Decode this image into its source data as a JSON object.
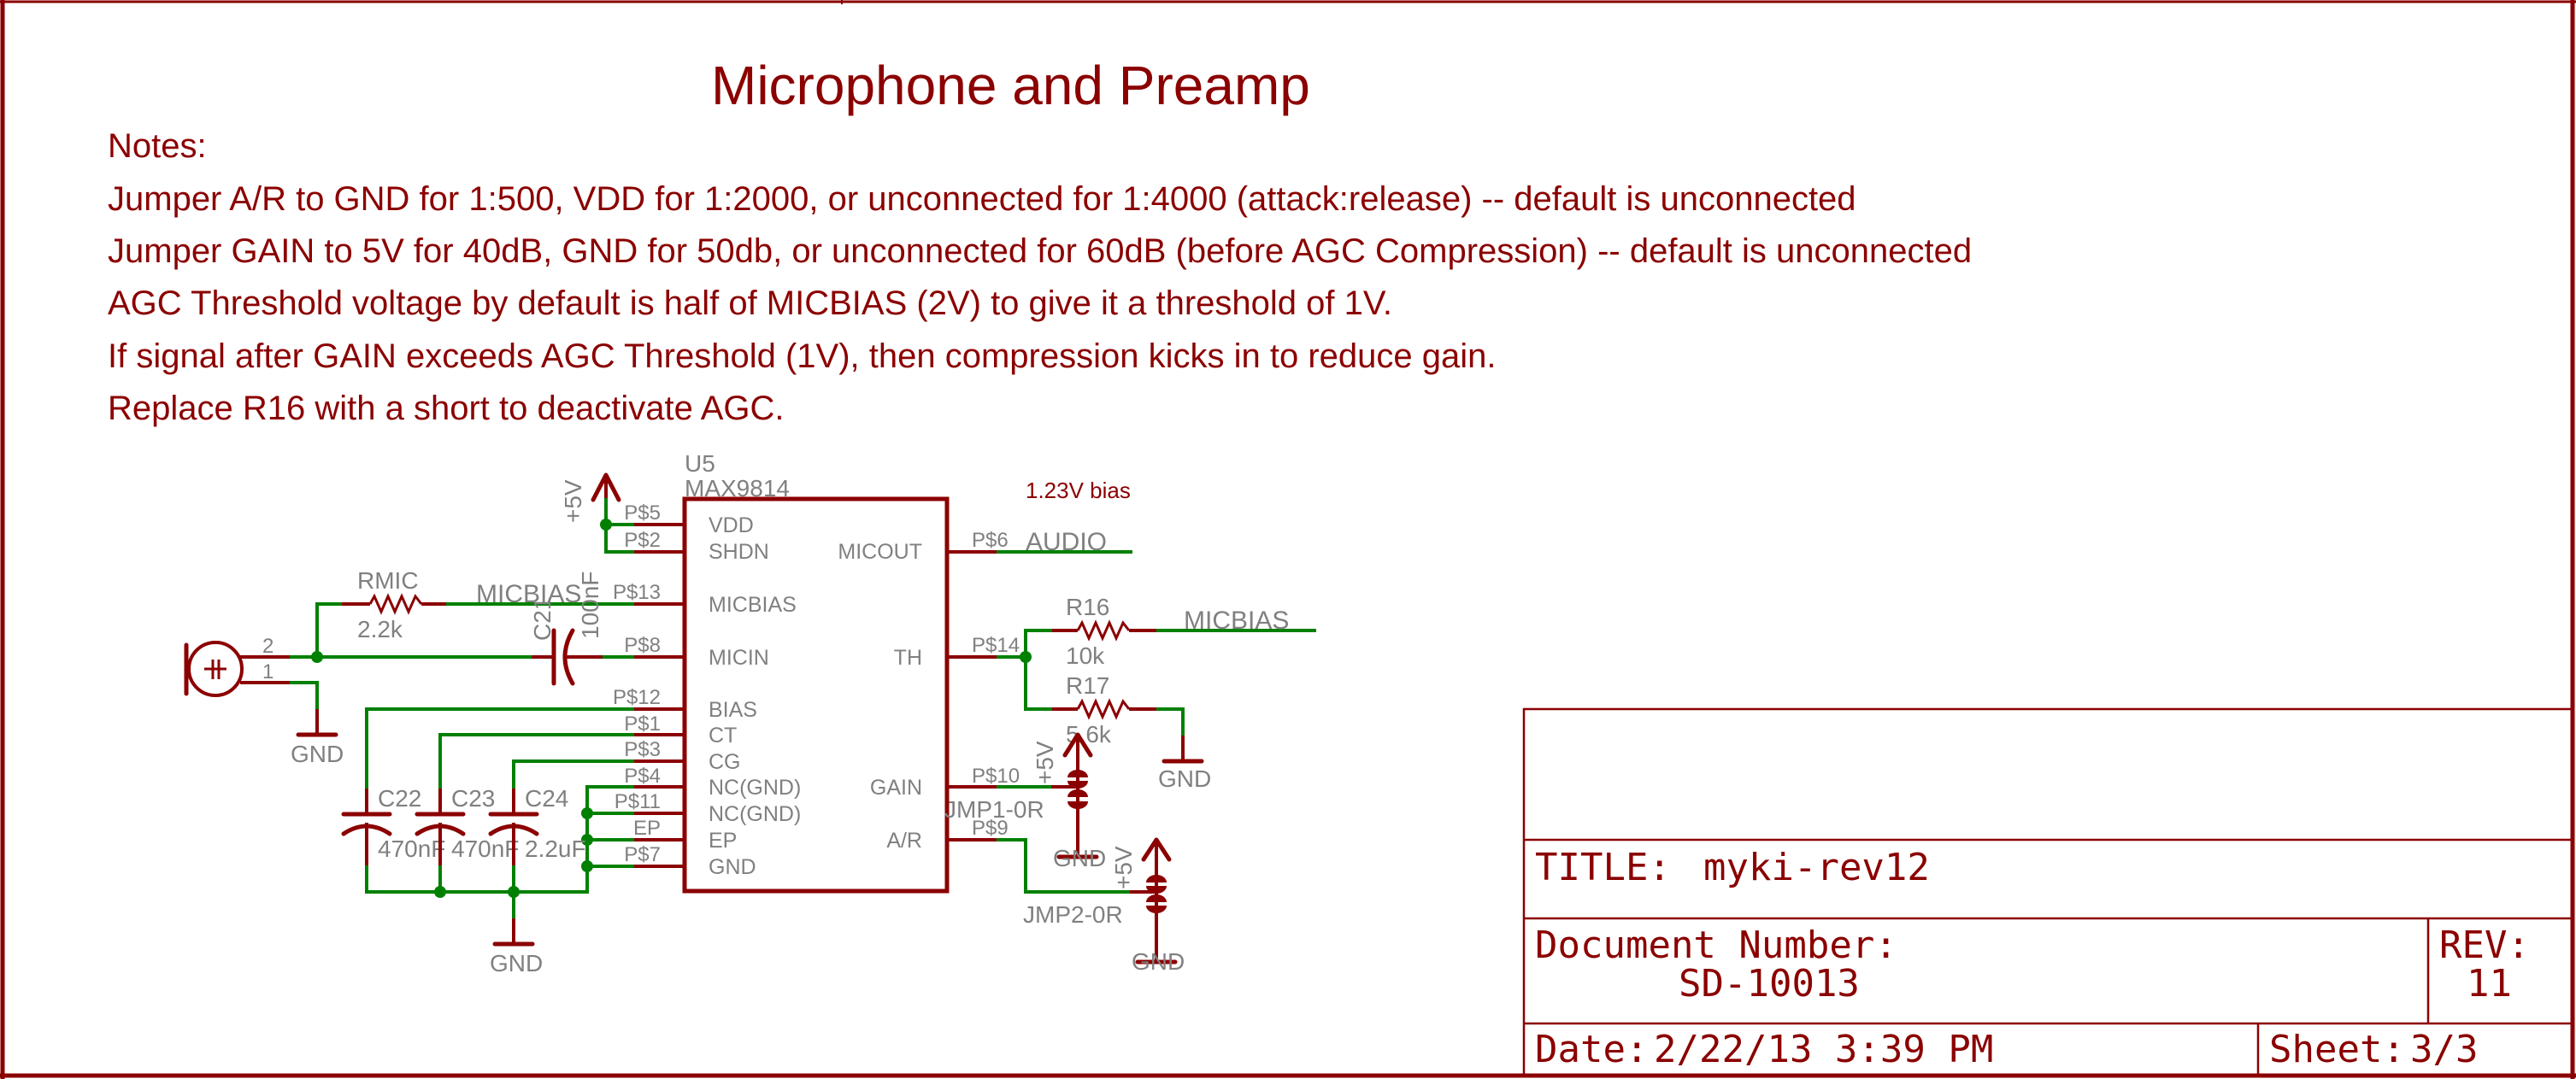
{
  "sheet": {
    "heading": "Microphone and Preamp",
    "notes": [
      "Notes:",
      "Jumper A/R to GND for 1:500, VDD for 1:2000, or unconnected for 1:4000 (attack:release) -- default is unconnected",
      "Jumper GAIN to 5V for 40dB, GND for 50db, or unconnected for 60dB (before AGC Compression) -- default is unconnected",
      "AGC Threshold voltage by default is half of MICBIAS (2V) to give it a threshold of 1V.",
      "If signal after GAIN exceeds AGC Threshold (1V), then compression kicks in to reduce gain.",
      "Replace R16 with a short to deactivate AGC."
    ],
    "annotation": "1.23V bias"
  },
  "colors": {
    "frame": "#8b0000",
    "wire": "#008000",
    "label": "#808080"
  },
  "ic": {
    "ref": "U5",
    "part": "MAX9814",
    "left_pins": [
      {
        "num": "P$5",
        "name": "VDD"
      },
      {
        "num": "P$2",
        "name": "SHDN"
      },
      {
        "num": "P$13",
        "name": "MICBIAS"
      },
      {
        "num": "P$8",
        "name": "MICIN"
      },
      {
        "num": "P$12",
        "name": "BIAS"
      },
      {
        "num": "P$1",
        "name": "CT"
      },
      {
        "num": "P$3",
        "name": "CG"
      },
      {
        "num": "P$4",
        "name": "NC(GND)"
      },
      {
        "num": "P$11",
        "name": "NC(GND)"
      },
      {
        "num": "EP",
        "name": "EP"
      },
      {
        "num": "P$7",
        "name": "GND"
      }
    ],
    "right_pins": [
      {
        "num": "P$6",
        "name": "MICOUT"
      },
      {
        "num": "P$14",
        "name": "TH"
      },
      {
        "num": "P$10",
        "name": "GAIN"
      },
      {
        "num": "P$9",
        "name": "A/R"
      }
    ]
  },
  "components": {
    "rmic": {
      "ref": "RMIC",
      "value": "2.2k"
    },
    "c21": {
      "ref": "C21",
      "value": "100nF"
    },
    "c22": {
      "ref": "C22",
      "value": "470nF"
    },
    "c23": {
      "ref": "C23",
      "value": "470nF"
    },
    "c24": {
      "ref": "C24",
      "value": "2.2uF"
    },
    "r16": {
      "ref": "R16",
      "value": "10k"
    },
    "r17": {
      "ref": "R17",
      "value": "5.6k"
    },
    "jmp1": {
      "ref": "JMP1-0R"
    },
    "jmp2": {
      "ref": "JMP2-0R"
    },
    "mic": {
      "pin2": "2",
      "pin1": "1"
    }
  },
  "nets": {
    "micbias": "MICBIAS",
    "audio": "AUDIO",
    "gnd": "GND",
    "vcc": "+5V"
  },
  "title_block": {
    "title_label": "TITLE:",
    "title_value": "myki-rev12",
    "doc_label": "Document Number:",
    "doc_value": "SD-10013",
    "rev_label": "REV:",
    "rev_value": "11",
    "date_label": "Date:",
    "date_value": "2/22/13 3:39 PM",
    "sheet_label": "Sheet:",
    "sheet_value": "3/3"
  }
}
